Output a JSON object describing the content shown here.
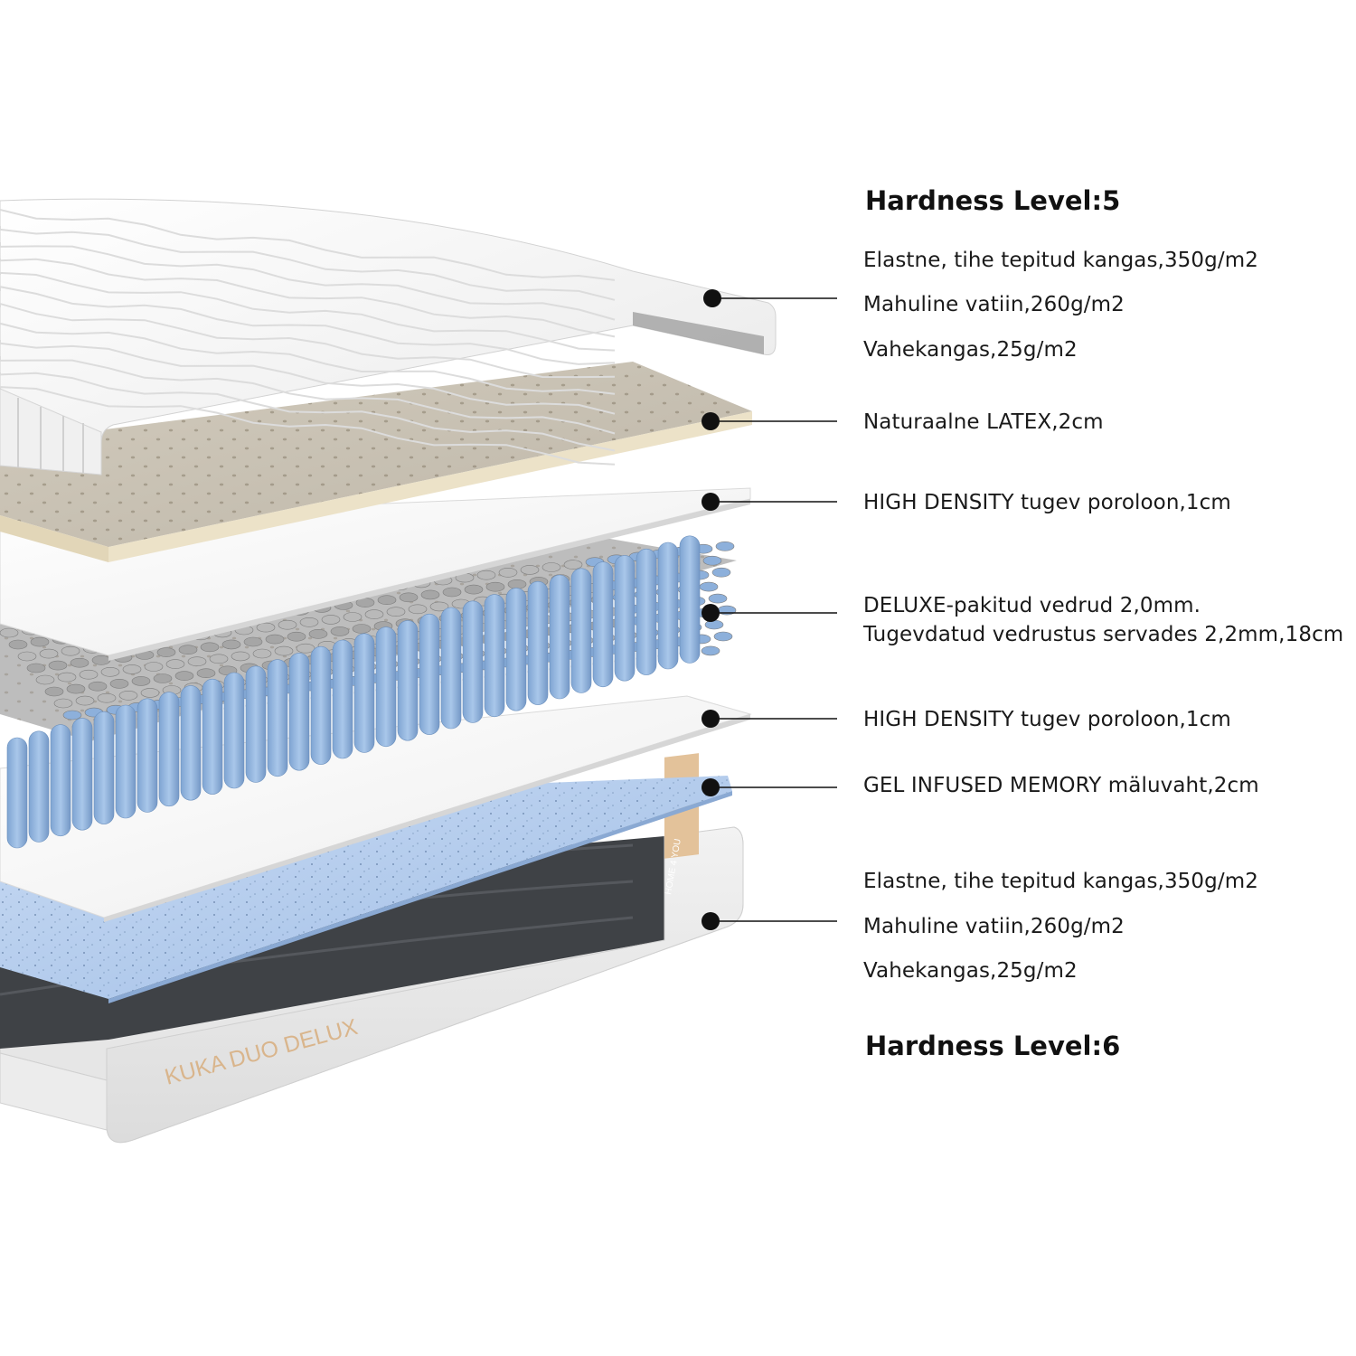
{
  "top_hardness": "Hardness Level:5",
  "bottom_hardness": "Hardness Level:6",
  "top_cover": {
    "line1": "Elastne, tihe tepitud kangas,350g/m2",
    "line2": "Mahuline vatiin,260g/m2",
    "line3": "Vahekangas,25g/m2"
  },
  "latex": "Naturaalne LATEX,2cm",
  "foam_top": "HIGH DENSITY tugev poroloon,1cm",
  "springs": {
    "line1": "DELUXE-pakitud vedrud 2,0mm.",
    "line2": "Tugevdatud vedrustus servades 2,2mm,18cm"
  },
  "foam_bottom": "HIGH DENSITY tugev poroloon,1cm",
  "gel": "GEL INFUSED MEMORY mäluvaht,2cm",
  "bottom_cover": {
    "line1": "Elastne, tihe tepitud kangas,350g/m2",
    "line2": "Mahuline vatiin,260g/m2",
    "line3": "Vahekangas,25g/m2"
  },
  "product_name": "KUKA DUO DELUX",
  "tag_text": "HOME 4 YOU",
  "colors": {
    "cover": "#f4f4f4",
    "latex": "#ece2c8",
    "spring_blue": "#8fb4df",
    "spring_grey": "#9a9a9a",
    "gel": "#a7c3ea",
    "tag": "#e3c29a",
    "brand_text": "#d9b58c",
    "marker": "#111111"
  }
}
